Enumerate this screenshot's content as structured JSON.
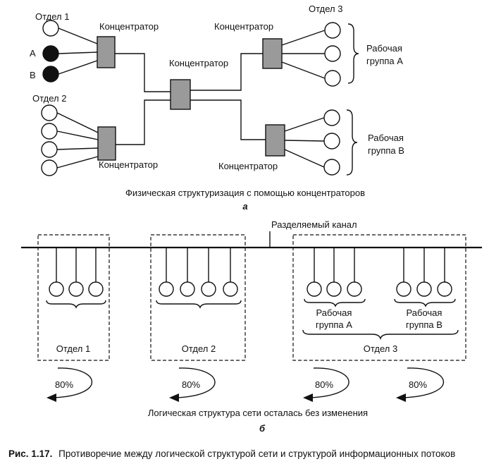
{
  "part_a": {
    "dept1_label": "Отдел 1",
    "dept2_label": "Отдел 2",
    "dept3_label": "Отдел 3",
    "node_a_label": "A",
    "node_b_label": "B",
    "hub_label": "Концентратор",
    "group_a_label_line1": "Рабочая",
    "group_a_label_line2": "группа А",
    "group_b_label_line1": "Рабочая",
    "group_b_label_line2": "группа В",
    "caption": "Физическая структуризация с помощью концентраторов",
    "sublabel": "а"
  },
  "part_b": {
    "shared_channel_label": "Разделяемый канал",
    "dept1_label": "Отдел 1",
    "dept2_label": "Отдел 2",
    "dept3_label": "Отдел 3",
    "group_a_label_line1": "Рабочая",
    "group_a_label_line2": "группа А",
    "group_b_label_line1": "Рабочая",
    "group_b_label_line2": "группа В",
    "traffic_labels": [
      "80%",
      "80%",
      "80%",
      "80%"
    ],
    "caption": "Логическая структура сети осталась без изменения",
    "sublabel": "б"
  },
  "figure_caption": {
    "number": "Рис. 1.17.",
    "text": "Противоречие между логической структурой сети и структурой информационных потоков"
  }
}
